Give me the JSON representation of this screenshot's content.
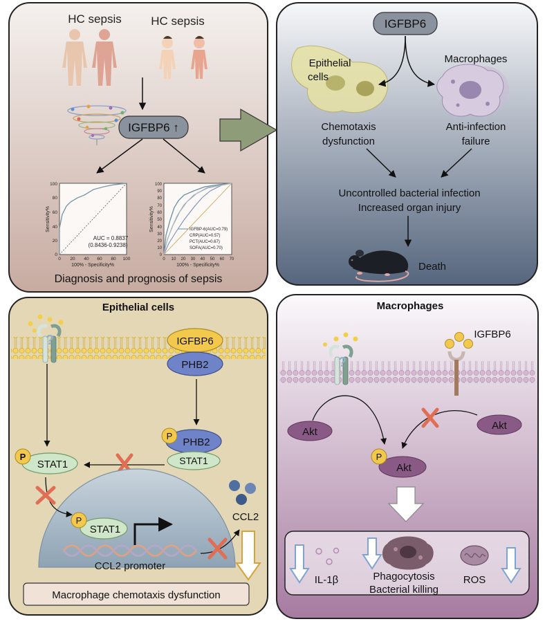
{
  "panel_a": {
    "hc_label_1": "HC sepsis",
    "hc_label_2": "HC sepsis",
    "marker": "IGFBP6 ↑",
    "caption": "Diagnosis and prognosis of sepsis",
    "roc_left": {
      "y_label": "Sensitivity%",
      "x_label": "100% - Specificity%",
      "y_ticks": [
        "100",
        "80",
        "60",
        "40",
        "20",
        "0"
      ],
      "x_ticks": [
        "0",
        "20",
        "40",
        "60",
        "80",
        "100"
      ],
      "auc": "AUC = 0.8837",
      "ci": "(0.8436-0.9238)"
    },
    "roc_right": {
      "y_label": "Sensitivity%",
      "x_label": "100% - Specificity%",
      "y_ticks": [
        "100",
        "90",
        "80",
        "70",
        "60",
        "50",
        "40",
        "30",
        "20",
        "10",
        "0"
      ],
      "x_ticks": [
        "0",
        "10",
        "20",
        "30",
        "40",
        "50",
        "60",
        "70"
      ],
      "legend": [
        "IGFBP-6(AUC=0.79)",
        "CRP(AUC=0.57)",
        "PCT(AUC=0.67)",
        "SOFA(AUC=0.70)"
      ]
    }
  },
  "panel_b": {
    "igfbp6": "IGFBP6",
    "epithelial_1": "Epithelial",
    "epithelial_2": "cells",
    "macrophages": "Macrophages",
    "chemotaxis_1": "Chemotaxis",
    "chemotaxis_2": "dysfunction",
    "anti_1": "Anti-infection",
    "anti_2": "failure",
    "uncontrolled": "Uncontrolled bacterial infection",
    "injury": "Increased organ injury",
    "death": "Death"
  },
  "panel_c": {
    "title": "Epithelial cells",
    "igfbp6": "IGFBP6",
    "phb2": "PHB2",
    "p": "P",
    "stat1": "STAT1",
    "ccl2": "CCL2",
    "promoter": "CCL2 promoter",
    "caption": "Macrophage chemotaxis dysfunction"
  },
  "panel_d": {
    "title": "Macrophages",
    "igfbp6": "IGFBP6",
    "akt": "Akt",
    "p": "P",
    "il1b": "IL-1β",
    "phago": "Phagocytosis",
    "killing": "Bacterial killing",
    "ros": "ROS"
  },
  "colors": {
    "panel_a_top": "#f5f1ee",
    "panel_a_bottom": "#c7aba1",
    "panel_b_top": "#f6f7f9",
    "panel_b_bottom": "#56667e",
    "panel_c_bg": "#e3d7b6",
    "panel_d_top": "#fbf9fb",
    "panel_d_bottom": "#a67ba0",
    "igfbp6_fill": "#f2c94c",
    "phb2_fill": "#6f84c8",
    "stat1_fill": "#cfe6c8",
    "akt_fill": "#8a5a86",
    "red_cross": "#e06e55",
    "arrow_green": "#8e9c79"
  }
}
